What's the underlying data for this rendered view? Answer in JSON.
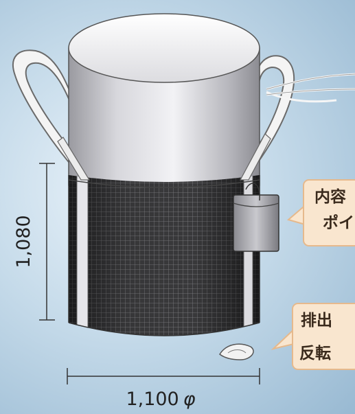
{
  "dimensions": {
    "height_label": "1,080",
    "diameter_label": "1,100",
    "diameter_symbol": "φ"
  },
  "callouts": [
    {
      "line1": "内容",
      "line2": "ポイ"
    },
    {
      "line1": "排出",
      "line2": "反転"
    }
  ],
  "colors": {
    "background_center": "#eaf3fa",
    "background_edge": "#98b9d2",
    "callout_fill": "#f9e6cf",
    "callout_border": "#e6b98c",
    "mesh_dark": "#3c3c3e",
    "mesh_line": "#8a8a8e"
  }
}
